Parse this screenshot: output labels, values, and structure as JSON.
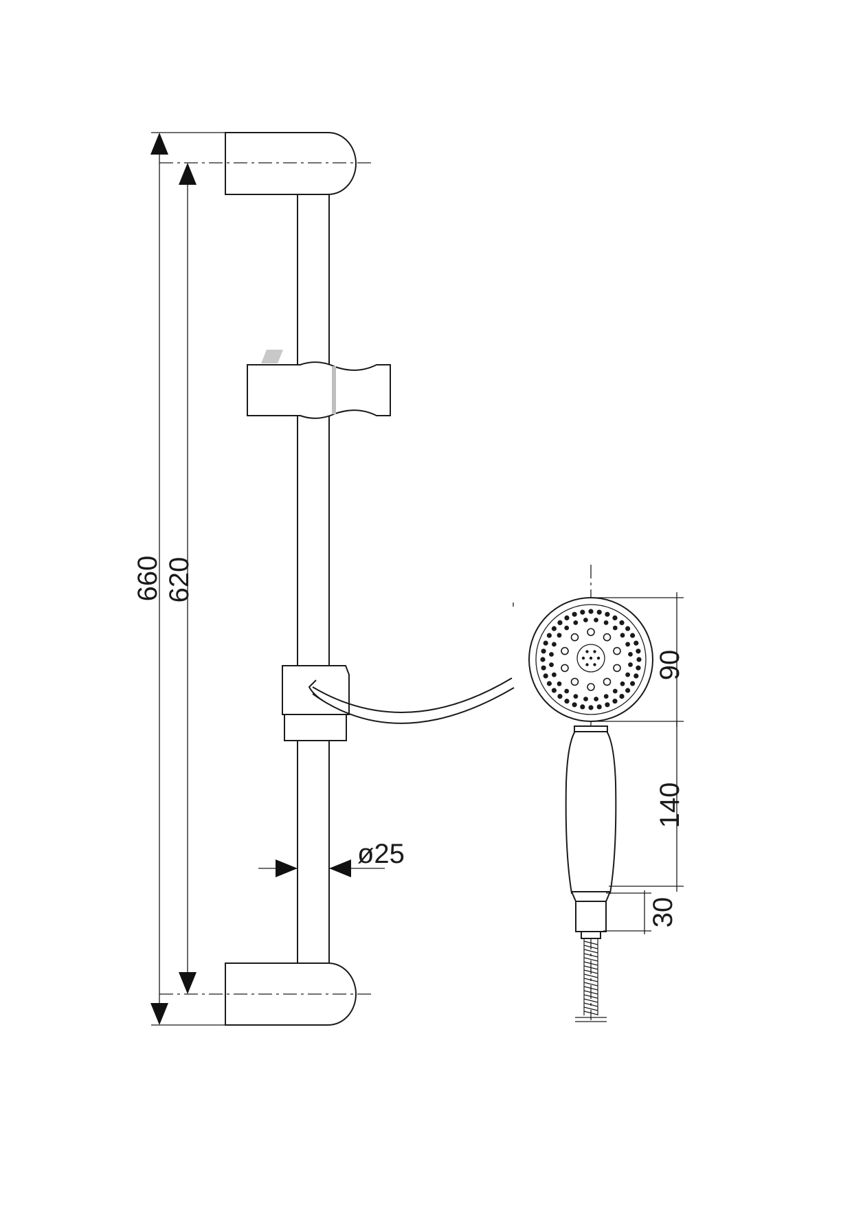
{
  "dimensions": {
    "overall_height": "660",
    "bracket_spacing": "620",
    "rail_diameter": "ø25",
    "head_diameter": "90",
    "handle_length": "140",
    "handle_end": "30"
  },
  "colors": {
    "line": "#1a1a1a",
    "background": "#ffffff",
    "highlight": "#bfbfbf"
  }
}
